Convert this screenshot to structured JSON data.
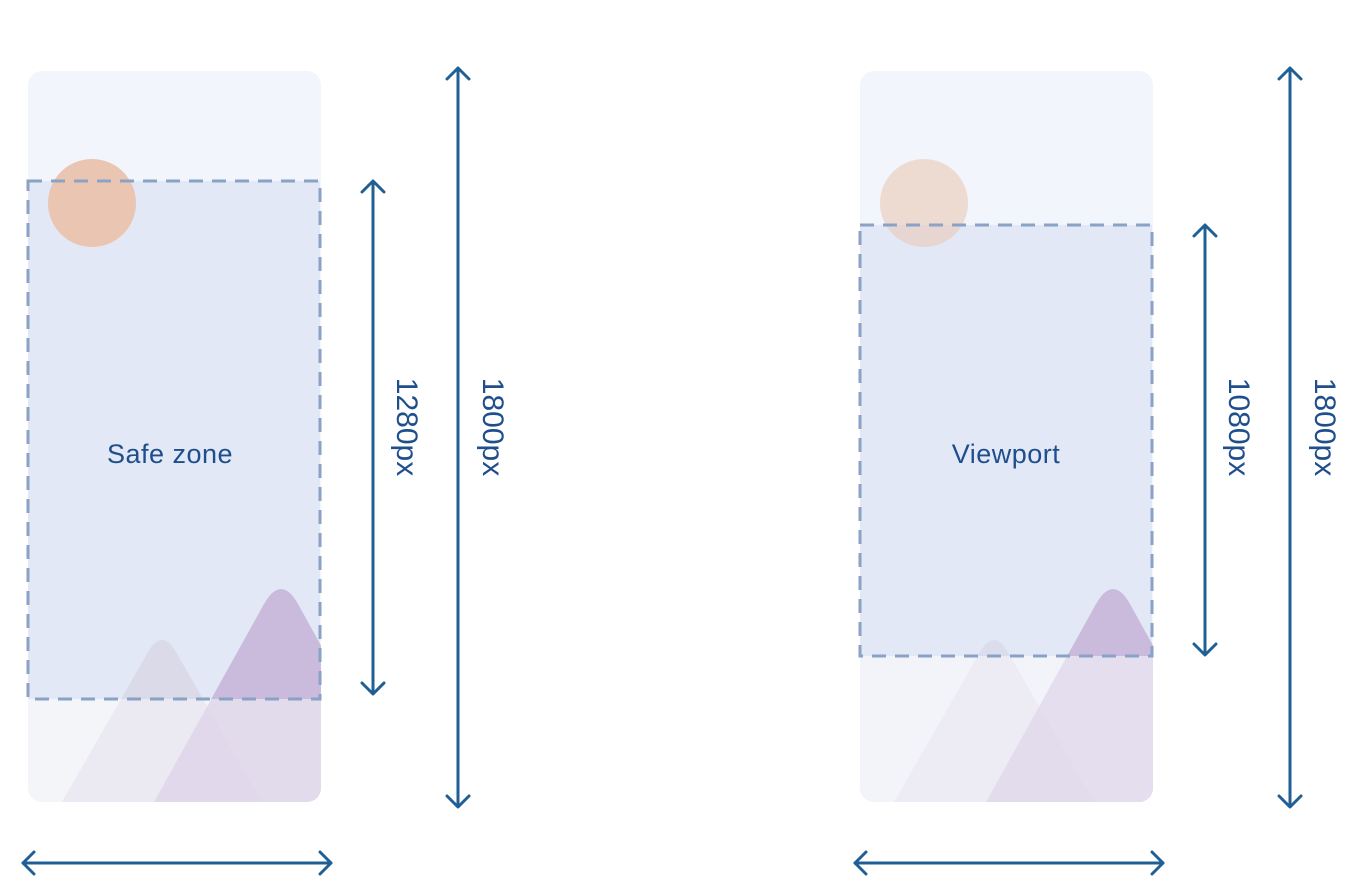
{
  "colors": {
    "card": "#f2f5fb",
    "zone_fill": "#e2e8f5",
    "zone_stroke": "#8aa2c6",
    "sun": "#eac5b1",
    "mountain_back": "#dcdbe8",
    "mountain_front": "#cbbadb",
    "arrow": "#1f5f96",
    "text": "#1f4e8c"
  },
  "panels": [
    {
      "zone_label": "Safe zone",
      "inner_height_label": "1280px",
      "outer_height_label": "1800px"
    },
    {
      "zone_label": "Viewport",
      "inner_height_label": "1080px",
      "outer_height_label": "1800px"
    }
  ]
}
